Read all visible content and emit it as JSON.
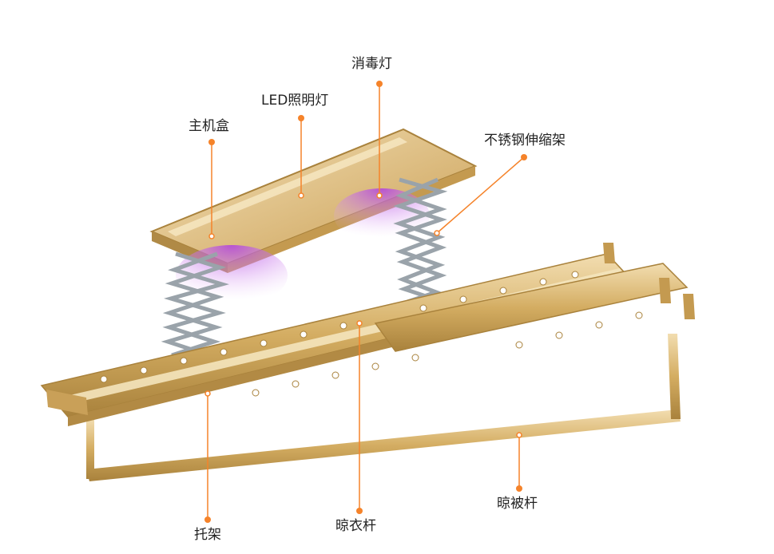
{
  "colors": {
    "accent": "#f5832a",
    "gold": "#d4ad62",
    "gold_dark": "#a9823c",
    "gold_light": "#efd9a8",
    "scissor": "#9aa3aa",
    "uv_light": "#c070e0"
  },
  "labels": {
    "disinfection_lamp": "消毒灯",
    "led_light": "LED照明灯",
    "main_box": "主机盒",
    "stainless_telescopic": "不锈钢伸缩架",
    "bracket": "托架",
    "clothes_rod": "晾衣杆",
    "quilt_rod": "晾被杆"
  }
}
